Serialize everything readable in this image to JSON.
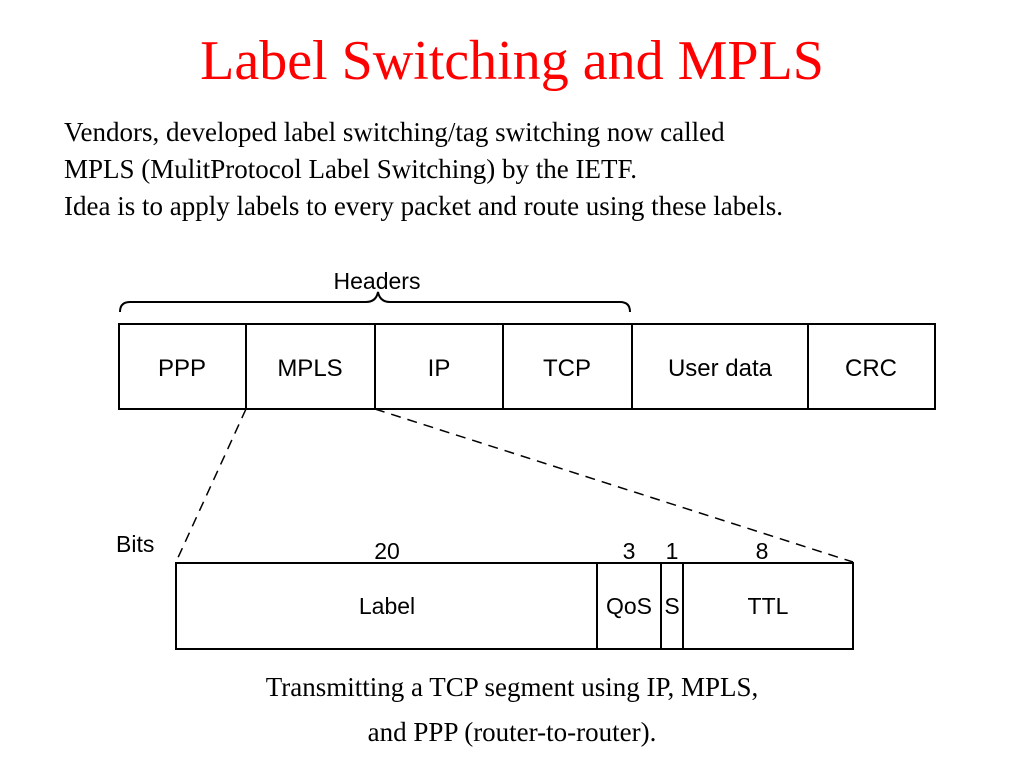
{
  "slide": {
    "title": "Label Switching and MPLS",
    "lines": [
      "Vendors, developed label switching/tag switching now called",
      "MPLS (MulitProtocol Label Switching) by the IETF.",
      "Idea is to apply labels to every packet and route using these labels."
    ]
  },
  "diagram": {
    "headers_label": "Headers",
    "packet_fields": [
      "PPP",
      "MPLS",
      "IP",
      "TCP",
      "User data",
      "CRC"
    ],
    "bits_label": "Bits",
    "mpls_fields": [
      {
        "name": "Label",
        "bits": "20"
      },
      {
        "name": "QoS",
        "bits": "3"
      },
      {
        "name": "S",
        "bits": "1"
      },
      {
        "name": "TTL",
        "bits": "8"
      }
    ]
  },
  "caption": {
    "line1": "Transmitting a TCP segment using IP, MPLS,",
    "line2": "and PPP (router-to-router)."
  }
}
